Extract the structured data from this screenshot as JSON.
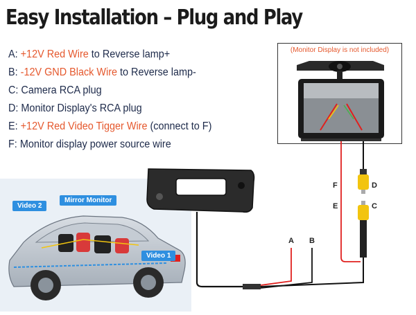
{
  "title": "Easy Installation – Plug and Play",
  "legend": [
    {
      "letter": "A:",
      "highlight": "+12V Red Wire",
      "rest": " to Reverse lamp+"
    },
    {
      "letter": "B:",
      "highlight": "-12V GND Black Wire",
      "rest": " to Reverse lamp-"
    },
    {
      "letter": "C:",
      "highlight": "",
      "rest": "Camera RCA plug"
    },
    {
      "letter": "D:",
      "highlight": "",
      "rest": "Monitor Display's RCA plug"
    },
    {
      "letter": "E:",
      "highlight": "+12V Red Video Tigger Wire",
      "rest": " (connect to F)"
    },
    {
      "letter": "F:",
      "highlight": "",
      "rest": "Monitor display power source wire"
    }
  ],
  "monitor_note": "(Monitor Display is not included)",
  "diagram_labels": {
    "a": "A",
    "b": "B",
    "c": "C",
    "d": "D",
    "e": "E",
    "f": "F"
  },
  "car_tags": {
    "video2": "Video 2",
    "mirror_monitor": "Mirror Monitor",
    "video1": "Video 1"
  },
  "colors": {
    "accent": "#e5582d",
    "text_dark": "#1d2a4a",
    "tag_blue": "#2e8fe0",
    "red_wire": "#e0201e",
    "rca_yellow": "#f2c40f"
  }
}
